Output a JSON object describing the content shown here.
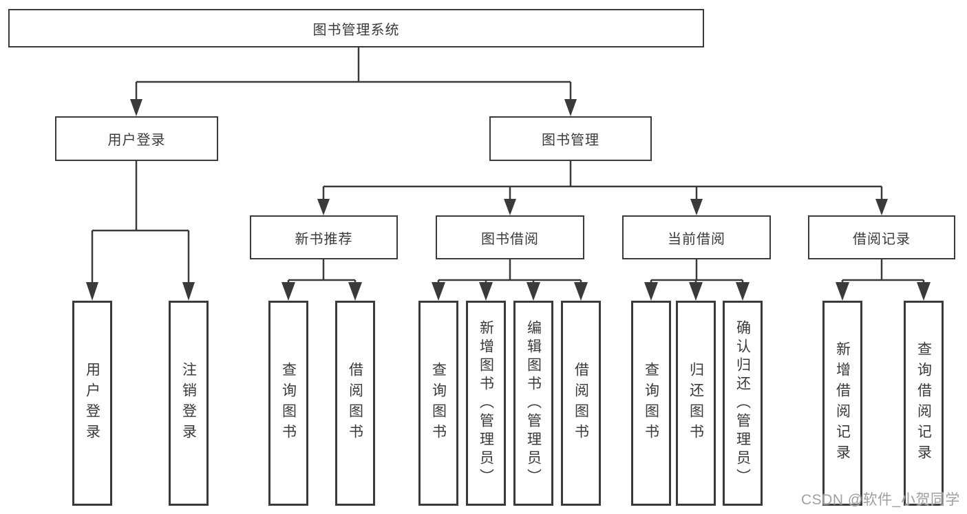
{
  "nodes": {
    "root": "图书管理系统",
    "user_login": "用户登录",
    "book_management": "图书管理",
    "new_book_recommend": "新书推荐",
    "book_borrow": "图书借阅",
    "current_borrow": "当前借阅",
    "borrow_record": "借阅记录",
    "leaf_user_login": "用户登录",
    "leaf_logout": "注销登录",
    "nbr_query_book": "查询图书",
    "nbr_borrow_book": "借阅图书",
    "bb_query_book": "查询图书",
    "bb_add_book": "新增图书（管理员）",
    "bb_edit_book": "编辑图书（管理员）",
    "bb_borrow_book": "借阅图书",
    "cb_query_book": "查询图书",
    "cb_return_book": "归还图书",
    "cb_confirm_return": "确认归还（管理员）",
    "br_add_record": "新增借阅记录",
    "br_query_record": "查询借阅记录"
  },
  "watermark": "CSDN @软件_小贺同学",
  "colors": {
    "line": "#3a3a3a",
    "text": "#3a3a3a",
    "watermark": "#9f9f9f",
    "background": "#ffffff"
  }
}
